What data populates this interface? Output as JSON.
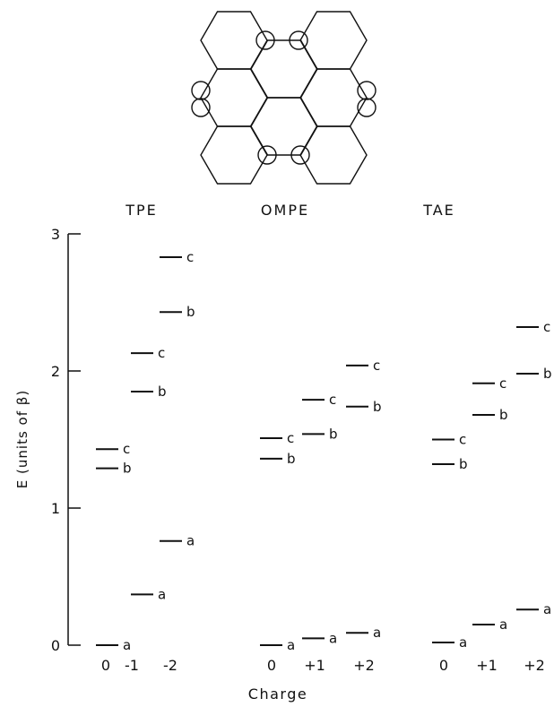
{
  "figure": {
    "group_labels": [
      "TPE",
      "OMPE",
      "TAE"
    ],
    "yaxis": {
      "label": "E (units of β)",
      "range": [
        0,
        3
      ],
      "ticks": [
        "0",
        "1",
        "2",
        "3"
      ]
    },
    "xaxis": {
      "label": "Charge"
    }
  },
  "chart_data": {
    "type": "scatter",
    "title": "",
    "ylabel": "E (units of β)",
    "xlabel": "Charge",
    "ylim": [
      0,
      3
    ],
    "groups": [
      {
        "name": "TPE",
        "charges": [
          {
            "charge": "0",
            "levels": [
              {
                "label": "a",
                "E": 0.0
              },
              {
                "label": "b",
                "E": 1.29
              },
              {
                "label": "c",
                "E": 1.43
              }
            ]
          },
          {
            "charge": "-1",
            "levels": [
              {
                "label": "a",
                "E": 0.37
              },
              {
                "label": "b",
                "E": 1.85
              },
              {
                "label": "c",
                "E": 2.13
              }
            ]
          },
          {
            "charge": "-2",
            "levels": [
              {
                "label": "a",
                "E": 0.76
              },
              {
                "label": "b",
                "E": 2.43
              },
              {
                "label": "c",
                "E": 2.83
              }
            ]
          }
        ]
      },
      {
        "name": "OMPE",
        "charges": [
          {
            "charge": "0",
            "levels": [
              {
                "label": "a",
                "E": 0.0
              },
              {
                "label": "b",
                "E": 1.36
              },
              {
                "label": "c",
                "E": 1.51
              }
            ]
          },
          {
            "charge": "+1",
            "levels": [
              {
                "label": "a",
                "E": 0.05
              },
              {
                "label": "b",
                "E": 1.54
              },
              {
                "label": "c",
                "E": 1.79
              }
            ]
          },
          {
            "charge": "+2",
            "levels": [
              {
                "label": "a",
                "E": 0.09
              },
              {
                "label": "b",
                "E": 1.74
              },
              {
                "label": "c",
                "E": 2.04
              }
            ]
          }
        ]
      },
      {
        "name": "TAE",
        "charges": [
          {
            "charge": "0",
            "levels": [
              {
                "label": "a",
                "E": 0.02
              },
              {
                "label": "b",
                "E": 1.32
              },
              {
                "label": "c",
                "E": 1.5
              }
            ]
          },
          {
            "charge": "+1",
            "levels": [
              {
                "label": "a",
                "E": 0.15
              },
              {
                "label": "b",
                "E": 1.68
              },
              {
                "label": "c",
                "E": 1.91
              }
            ]
          },
          {
            "charge": "+2",
            "levels": [
              {
                "label": "a",
                "E": 0.26
              },
              {
                "label": "b",
                "E": 1.98
              },
              {
                "label": "c",
                "E": 2.32
              }
            ]
          }
        ]
      }
    ]
  }
}
